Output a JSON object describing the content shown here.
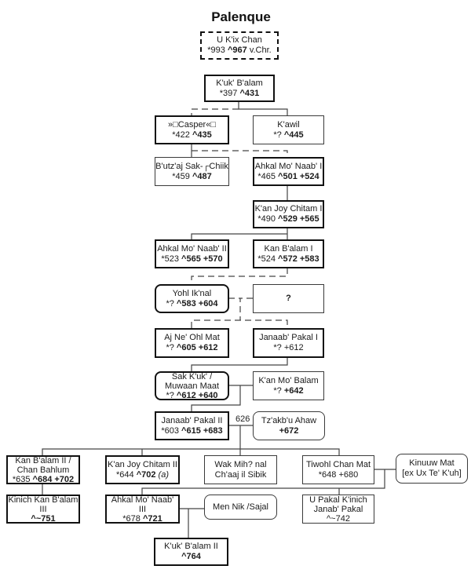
{
  "title": "Palenque",
  "label_626": "626",
  "nodes": {
    "ukixchan": {
      "name": "U K'ix Chan",
      "born": "*993",
      "accession": "^967",
      "suffix": "v.Chr."
    },
    "kukbalam": {
      "name": "K'uk' B'alam",
      "born": "*397",
      "accession": "^431"
    },
    "casper": {
      "name": "»□Casper«□",
      "born": "*422",
      "accession": "^435"
    },
    "kawil": {
      "name": "K'awil",
      "born": "*?",
      "accession": "^445"
    },
    "butzaj": {
      "name": "B'utz'aj Sak-┌Chiik",
      "born": "*459",
      "accession": "^487"
    },
    "ahkal1": {
      "name": "Ahkal Mo' Naab' I",
      "born": "*465",
      "accession": "^501",
      "death": "+524"
    },
    "kanjoy1": {
      "name": "K'an Joy Chitam I",
      "born": "*490",
      "accession": "^529",
      "death": "+565"
    },
    "ahkal2": {
      "name": "Ahkal Mo' Naab' II",
      "born": "*523",
      "accession": "^565",
      "death": "+570"
    },
    "kanbalam1": {
      "name": "Kan B'alam I",
      "born": "*524",
      "accession": "^572",
      "death": "+583"
    },
    "yohl": {
      "name": "Yohl Ik'nal",
      "born": "*?",
      "accession": "^583",
      "death": "+604"
    },
    "unknown": {
      "name": "?"
    },
    "ajne": {
      "name": "Aj Ne' Ohl Mat",
      "born": "*?",
      "accession": "^605",
      "death": "+612"
    },
    "janaab1": {
      "name": "Janaab' Pakal I",
      "born": "*?",
      "death": "+612"
    },
    "sakkuk": {
      "name1": "Sak K'uk' /",
      "name2": "Muwaan Maat",
      "born": "*?",
      "accession": "^612",
      "death": "+640"
    },
    "kanmo": {
      "name": "K'an Mo' Balam",
      "born": "*?",
      "death": "+642"
    },
    "pakal2": {
      "name": "Janaab' Pakal II",
      "born": "*603",
      "accession": "^615",
      "death": "+683"
    },
    "tzakbu": {
      "name": "Tz'akb'u Ahaw",
      "death": "+672"
    },
    "kanbalam2": {
      "name1": "Kan B'alam II /",
      "name2": "Chan Bahlum",
      "born": "*635",
      "accession": "^684",
      "death": "+702"
    },
    "kanjoy2": {
      "name": "K'an Joy Chitam II",
      "born": "*644",
      "accession": "^702",
      "note": "(a)"
    },
    "wakmih": {
      "name1": "Wak Mih? nal",
      "name2": "Ch'aaj il Sibik"
    },
    "tiwohl": {
      "name": "Tiwohl Chan Mat",
      "born": "*648",
      "death": "+680"
    },
    "kinuuw": {
      "name1": "Kinuuw Mat",
      "name2": "[ex Ux Te' K'uh]"
    },
    "kinich3": {
      "name1": "Kinich Kan B'alam",
      "name2": "III",
      "accession": "^~751"
    },
    "ahkal3": {
      "name1": "Ahkal Mo' Naab'",
      "name2": "III",
      "born": "*678",
      "accession": "^721"
    },
    "mennik": {
      "name": "Men Nik /Sajal"
    },
    "upakal": {
      "name1": "U Pakal K'inich",
      "name2": "Janab' Pakal",
      "accession": "^~742"
    },
    "kukbalam2": {
      "name": "K'uk' B'alam II",
      "accession": "^764"
    }
  }
}
